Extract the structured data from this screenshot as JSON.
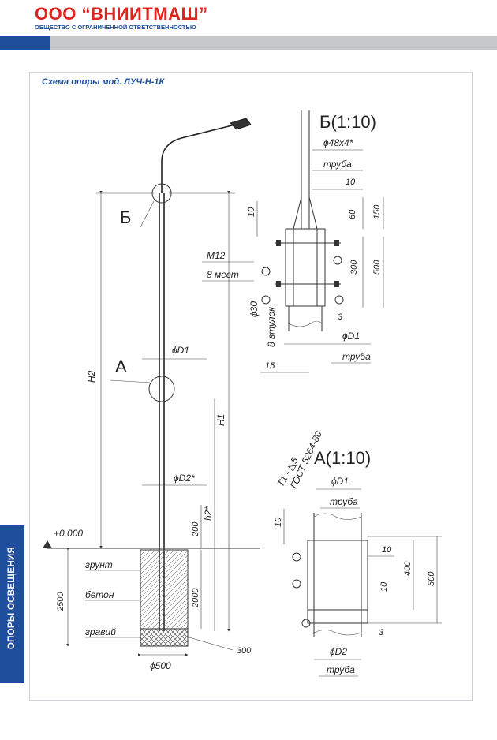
{
  "header": {
    "company": "ООО “ВНИИТМАШ”",
    "subtitle": "ОБЩЕСТВО С ОГРАНИЧЕННОЙ ОТВЕТСТВЕННОСТЬЮ",
    "brand_red": "#e0231c",
    "brand_blue": "#1f4e9c"
  },
  "side_tab": {
    "label": "ОПОРЫ ОСВЕЩЕНИЯ"
  },
  "caption": "Схема опоры мод. ЛУЧ-Н-1К",
  "main_view": {
    "callout_b": "Б",
    "callout_a": "А",
    "d1": "ϕD1",
    "d2": "ϕD2*",
    "h1": "H1",
    "h2": "H2",
    "h2_small": "h2*",
    "level": "+0,000",
    "dim_200": "200",
    "dim_2000": "2000",
    "dim_2500": "2500",
    "dim_300": "300",
    "foundation": "ϕ500",
    "soil": "грунт",
    "concrete": "бетон",
    "gravel": "гравий"
  },
  "detail_b": {
    "title": "Б(1:10)",
    "pipe_dia": "ϕ48x4*",
    "pipe_label": "труба",
    "dim_10_top": "10",
    "dim_10_left": "10",
    "dim_60": "60",
    "dim_150": "150",
    "dim_300": "300",
    "dim_500": "500",
    "bolt": "M12",
    "bolt_count": "8 мест",
    "sleeve_dia": "ϕ30",
    "sleeve_count": "8 втулок",
    "dim_3": "3",
    "bottom_dia": "ϕD1",
    "bottom_label": "труба",
    "dim_15": "15"
  },
  "detail_a": {
    "title": "А(1:10)",
    "weld": "Т1 - ◺5",
    "gost": "ГОСТ 5264-80",
    "top_dia": "ϕD1",
    "top_label": "труба",
    "dim_10_left": "10",
    "dim_10_right_top": "10",
    "dim_10_right_bot": "10",
    "dim_400": "400",
    "dim_500": "500",
    "dim_3": "3",
    "bottom_dia": "ϕD2",
    "bottom_label": "труба"
  }
}
